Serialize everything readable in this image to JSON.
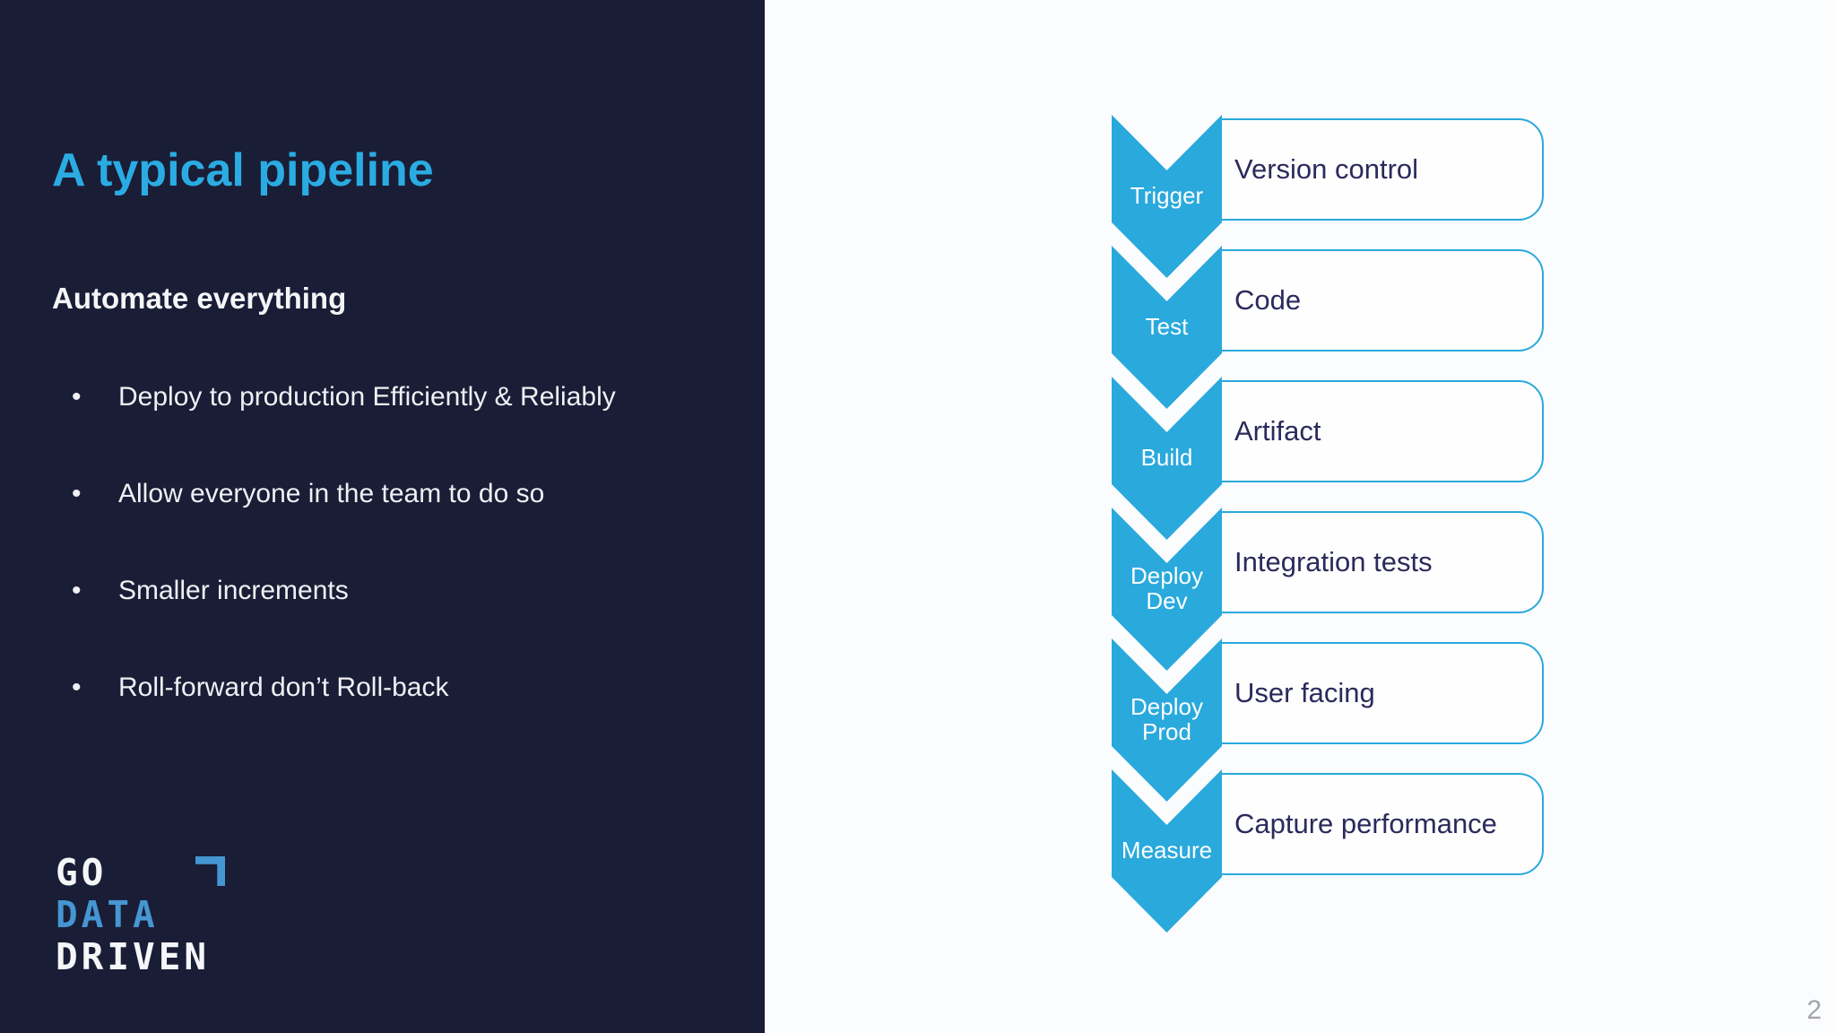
{
  "slide": {
    "title": "A typical pipeline",
    "subtitle": "Automate everything",
    "bullets": [
      "Deploy to production Efficiently & Reliably",
      "Allow everyone in the team to do so",
      "Smaller increments",
      "Roll-forward don’t Roll-back"
    ],
    "page_number": "2"
  },
  "logo": {
    "line1": "GO",
    "line2": "DATA",
    "line3": "DRIVEN",
    "arrow_icon": "corner-arrow"
  },
  "pipeline": {
    "steps": [
      {
        "stage": "Trigger",
        "label": "Version control"
      },
      {
        "stage": "Test",
        "label": "Code"
      },
      {
        "stage": "Build",
        "label": "Artifact"
      },
      {
        "stage": "Deploy Dev",
        "label": "Integration tests"
      },
      {
        "stage": "Deploy Prod",
        "label": "User facing"
      },
      {
        "stage": "Measure",
        "label": "Capture performance"
      }
    ]
  },
  "colors": {
    "panel_bg": "#1A1D36",
    "page_bg": "#FBFCFD",
    "accent_cyan": "#2AACE3",
    "chevron_fill": "#2AA9DC",
    "box_border": "#2AA9DC",
    "box_text": "#2B2A5C",
    "logo_blue": "#4596D2",
    "page_number_gray": "#A4A4AC"
  }
}
